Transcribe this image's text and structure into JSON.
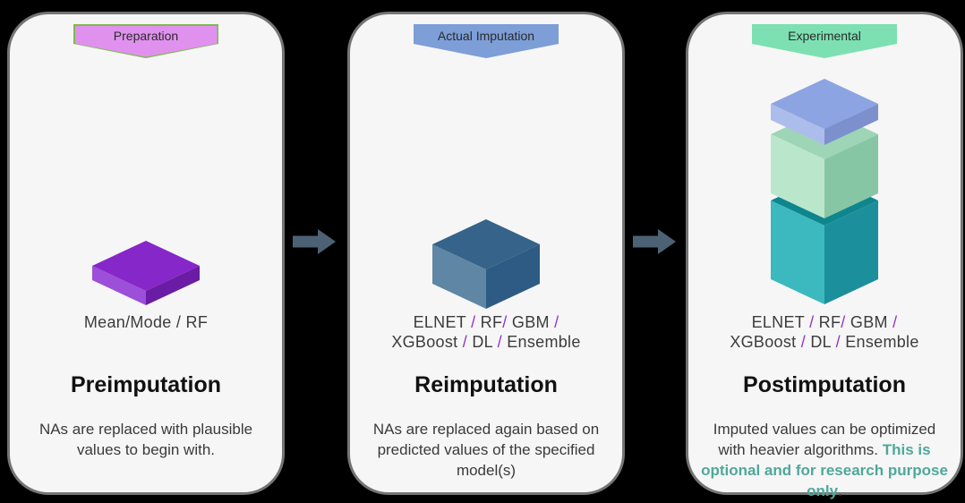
{
  "canvas": {
    "background": "#000000"
  },
  "arrow": {
    "color": "#4d6175"
  },
  "panels": [
    {
      "id": "preimputation",
      "banner": {
        "label": "Preparation",
        "fill": "#e091ee",
        "stroke": "#7dbb4e",
        "text_color": "#2a2a2a"
      },
      "icon": {
        "type": "flat-box",
        "top": "#8627c9",
        "left": "#9c4fd8",
        "right": "#6a1ca4"
      },
      "models": {
        "lines": [
          "Mean/Mode / RF"
        ],
        "slash_color": null,
        "color": "#3c3c3c"
      },
      "title": "Preimputation",
      "description": [
        {
          "text": "NAs are replaced with plausible values to begin with.",
          "bold": false,
          "color": "#3a3a3a"
        }
      ]
    },
    {
      "id": "reimputation",
      "banner": {
        "label": "Actual Imputation",
        "fill": "#7d9ed7",
        "stroke": "#7d9ed7",
        "text_color": "#2a2a2a"
      },
      "icon": {
        "type": "cube",
        "top": "#356389",
        "left": "#5f86a4",
        "right": "#2e5b83"
      },
      "models": {
        "lines": [
          "ELNET / RF/ GBM /",
          "XGBoost / DL / Ensemble"
        ],
        "slash_color": "#9333cb",
        "color": "#3c3c3c"
      },
      "title": "Reimputation",
      "description": [
        {
          "text": "NAs are replaced again based on predicted values of the specified model(s)",
          "bold": false,
          "color": "#3a3a3a"
        }
      ]
    },
    {
      "id": "postimputation",
      "banner": {
        "label": "Experimental",
        "fill": "#7de0b2",
        "stroke": "#7de0b2",
        "text_color": "#2a2a2a"
      },
      "icon": {
        "type": "stacked-boxes",
        "boxes": [
          {
            "name": "teal-cube",
            "top": "#0e868e",
            "left": "#3bb9bf",
            "right": "#1b909c"
          },
          {
            "name": "green-cube",
            "top": "#9ed5b7",
            "left": "#bae7cc",
            "right": "#87c6a4"
          },
          {
            "name": "blue-slab",
            "top": "#8ca4e1",
            "left": "#adbdeb",
            "right": "#7c90cd"
          }
        ]
      },
      "models": {
        "lines": [
          "ELNET / RF/ GBM /",
          "XGBoost / DL / Ensemble"
        ],
        "slash_color": "#9333cb",
        "color": "#3c3c3c"
      },
      "title": "Postimputation",
      "description": [
        {
          "text": "Imputed values can be optimized with heavier algorithms. ",
          "bold": false,
          "color": "#3a3a3a"
        },
        {
          "text": "This is optional and for research purpose only",
          "bold": true,
          "color": "#4fa89b"
        },
        {
          "text": ".",
          "bold": false,
          "color": "#3a3a3a"
        }
      ]
    }
  ]
}
